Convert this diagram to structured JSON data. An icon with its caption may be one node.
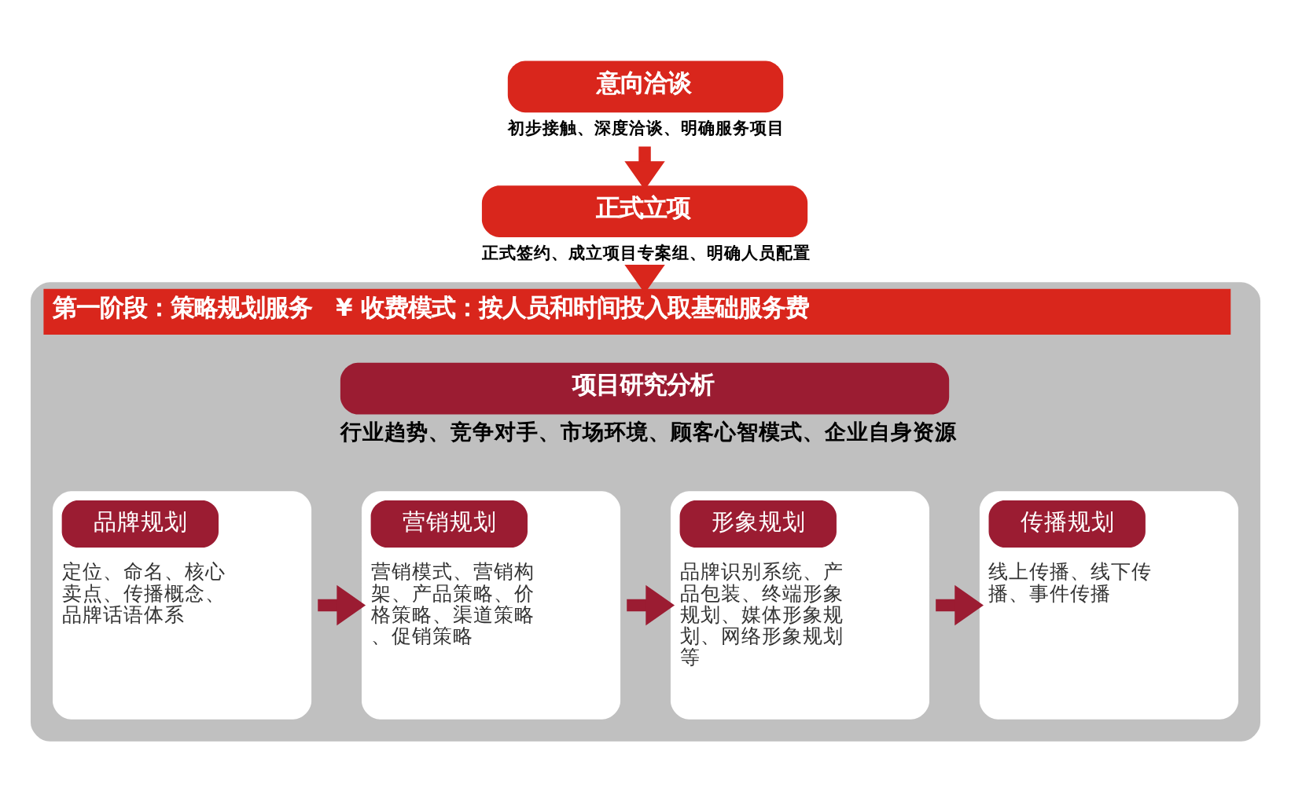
{
  "diagram": {
    "nodes": [
      {
        "text": [
          "意向洽谈"
        ],
        "beside": [
          "初步接触、深度洽谈、明确服务项目"
        ]
      },
      {
        "text": [
          "正式立项"
        ],
        "beside": [
          "正式签约、成立项目专案组、明确人员配置"
        ]
      },
      {
        "text": [
          "第一阶段：策略规划服务",
          "¥ 收费模式：按人员和时间投入取基础服务费"
        ]
      },
      {
        "text": [
          "项目研究分析"
        ],
        "in": 2,
        "beside": [
          "行业趋势、竞争对手、市场环境、顾客心智模式、企业自身资源"
        ]
      },
      {
        "text": [
          "品牌规划",
          "定位、命名、核心卖点、传播概念、品牌话语体系"
        ],
        "in": 2
      },
      {
        "text": [
          "营销规划",
          "营销模式、营销构架、产品策略、价格策略、渠道策略、促销策略"
        ],
        "in": 2
      },
      {
        "text": [
          "形象规划",
          "品牌识别系统、产品包装、终端形象规划、媒体形象规划、网络形象规划等"
        ],
        "in": 2
      },
      {
        "text": [
          "传播规划",
          "线上传播、线下传播、事件传播"
        ],
        "in": 2
      }
    ],
    "edges": [
      {
        "from": 0,
        "to": 1,
        "arrow": "to",
        "color": "#d9261c"
      },
      {
        "from": 1,
        "to": 2,
        "arrow": "to",
        "color": "#d9261c"
      },
      {
        "from": 4,
        "to": 5,
        "arrow": "to"
      },
      {
        "from": 5,
        "to": 6,
        "arrow": "to"
      },
      {
        "from": 6,
        "to": 7,
        "arrow": "to"
      }
    ]
  }
}
